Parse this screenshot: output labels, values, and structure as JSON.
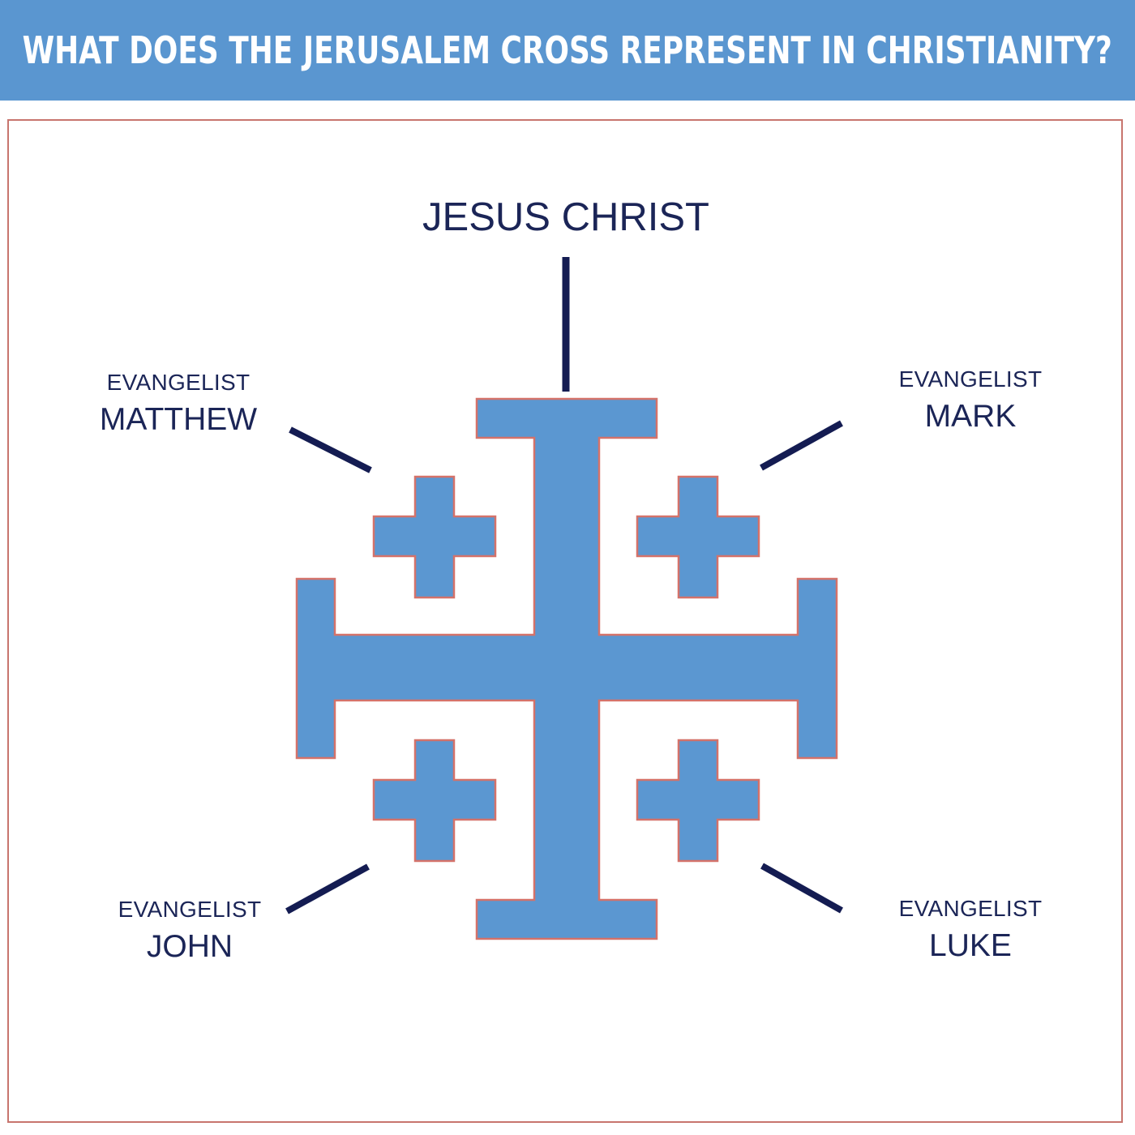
{
  "header": {
    "title": "WHAT DOES THE JERUSALEM CROSS REPRESENT IN CHRISTIANITY?"
  },
  "labels": {
    "center": "JESUS CHRIST",
    "top_left": {
      "prefix": "EVANGELIST",
      "name": "MATTHEW"
    },
    "top_right": {
      "prefix": "EVANGELIST",
      "name": "MARK"
    },
    "bottom_left": {
      "prefix": "EVANGELIST",
      "name": "JOHN"
    },
    "bottom_right": {
      "prefix": "EVANGELIST",
      "name": "LUKE"
    }
  },
  "colors": {
    "header_bg": "#5a96d0",
    "cross_fill": "#5b97d1",
    "cross_outline": "#d4726a",
    "label_text": "#1b2557",
    "connector": "#141c52",
    "frame_border": "#c8756e"
  }
}
